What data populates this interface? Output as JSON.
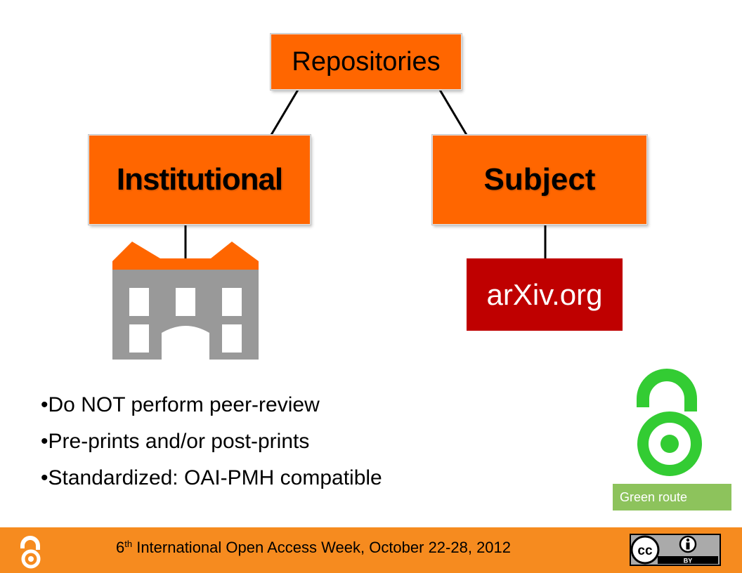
{
  "diagram": {
    "root": {
      "label": "Repositories"
    },
    "children": [
      {
        "label": "Institutional",
        "example": "building-icon"
      },
      {
        "label": "Subject",
        "example": "arXiv.org"
      }
    ]
  },
  "bullets": [
    "Do NOT perform peer-review",
    "Pre-prints and/or post-prints",
    "Standardized: OAI-PMH compatible"
  ],
  "badge": {
    "label": "Green route"
  },
  "footer": {
    "ordinal_number": "6",
    "ordinal_suffix": "th",
    "text": " International Open Access Week, October 22-28, 2012"
  },
  "license": {
    "cc_label": "cc",
    "by_label": "BY"
  },
  "icons": {
    "building": "building-icon",
    "open_access": "open-access-lock-icon",
    "creative_commons": "cc-by-icon"
  },
  "colors": {
    "box_orange": "#ff6600",
    "arxiv_red": "#bf0000",
    "building_gray": "#999999",
    "oa_green": "#33cc33",
    "green_route": "#8dc35c",
    "footer_orange": "#f68b1f"
  }
}
